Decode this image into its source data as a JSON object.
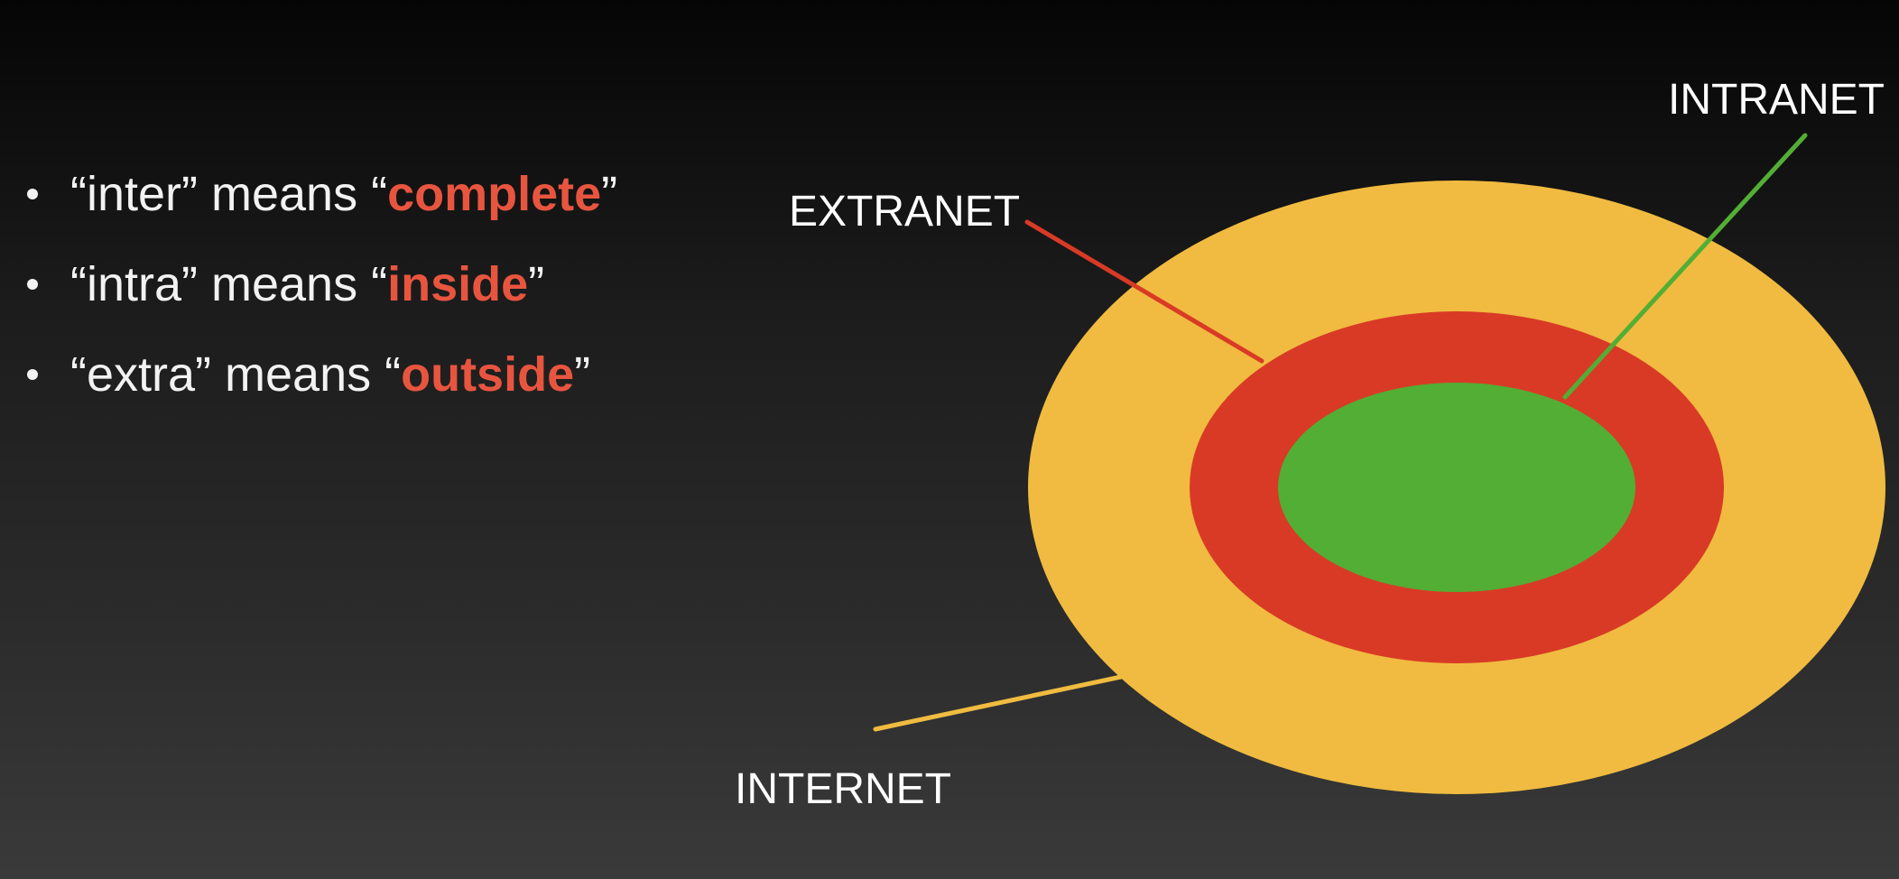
{
  "bullets": [
    {
      "prefix": "“inter” means “",
      "highlight": "complete",
      "suffix": "”"
    },
    {
      "prefix": "“intra” means “",
      "highlight": "inside",
      "suffix": "”"
    },
    {
      "prefix": "“extra” means “",
      "highlight": "outside",
      "suffix": "”"
    }
  ],
  "diagram": {
    "labels": {
      "intranet": "INTRANET",
      "extranet": "EXTRANET",
      "internet": "INTERNET"
    },
    "colors": {
      "internet": "#f0bb40",
      "extranet": "#d93a26",
      "intranet": "#52ae34",
      "highlight_text": "#e8553f"
    }
  }
}
